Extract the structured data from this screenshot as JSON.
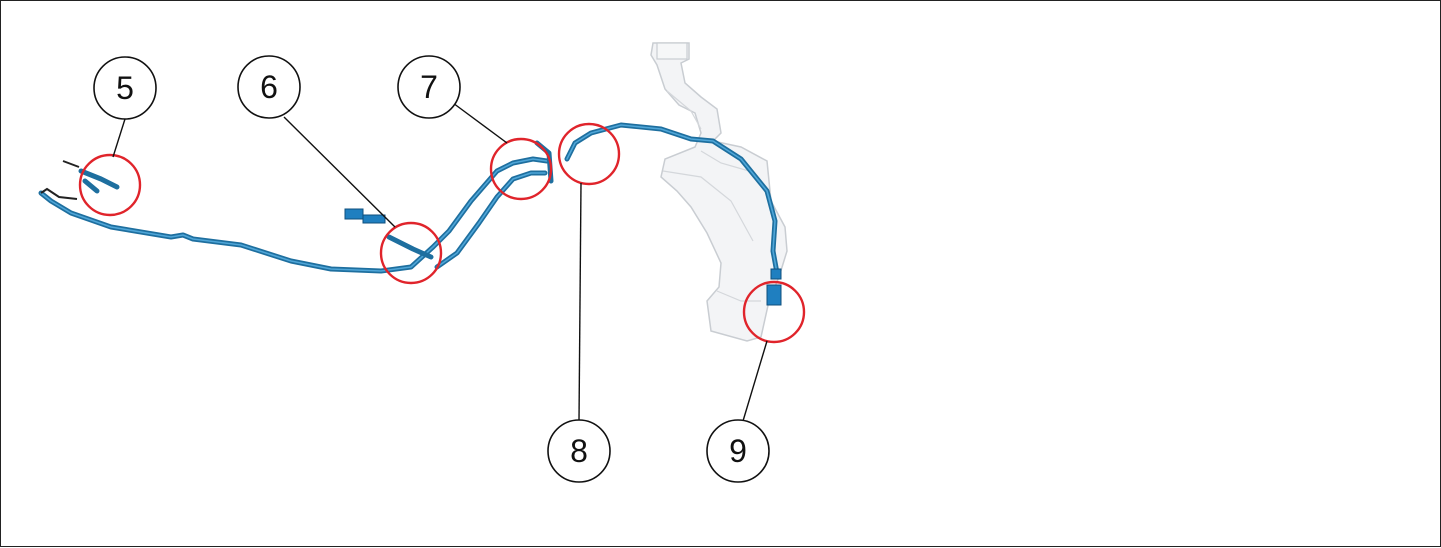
{
  "diagram": {
    "callouts": [
      {
        "id": "c5",
        "label": "5"
      },
      {
        "id": "c6",
        "label": "6"
      },
      {
        "id": "c7",
        "label": "7"
      },
      {
        "id": "c8",
        "label": "8"
      },
      {
        "id": "c9",
        "label": "9"
      }
    ],
    "colors": {
      "hose": "#1e6f9f",
      "highlight_ring": "#e0242b",
      "reservoir": "#f3f4f6"
    }
  }
}
